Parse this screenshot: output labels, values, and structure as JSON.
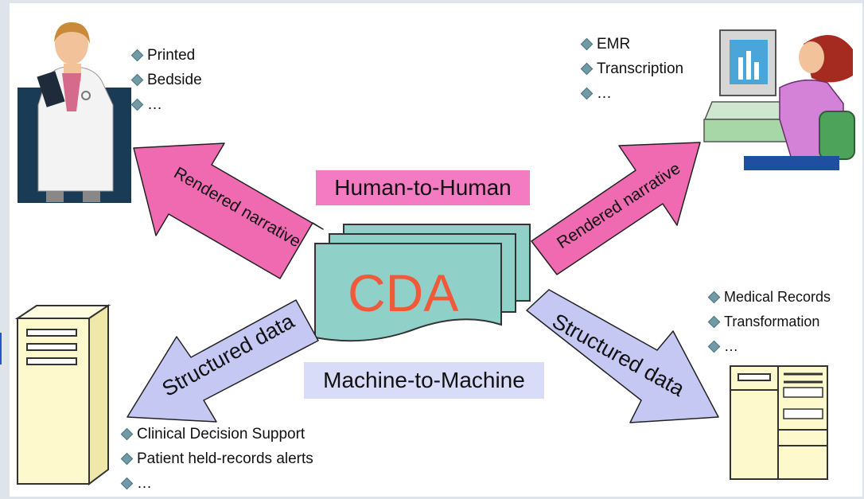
{
  "lists": {
    "top_left": [
      "Printed",
      "Bedside",
      "…"
    ],
    "top_right": [
      "EMR",
      "Transcription",
      "…"
    ],
    "bottom_left": [
      "Clinical Decision Support",
      "Patient held-records alerts",
      "…"
    ],
    "bottom_right": [
      "Medical Records",
      "Transformation",
      "…"
    ]
  },
  "labels": {
    "human": "Human-to-Human",
    "machine": "Machine-to-Machine",
    "cda": "CDA"
  },
  "arrows": {
    "rendered_left": "Rendered narrative",
    "rendered_right": "Rendered narrative",
    "structured_left": "Structured data",
    "structured_right": "Structured data"
  },
  "colors": {
    "pink_arrow": "#f06ab1",
    "lavender_arrow": "#c6c8f4",
    "human_box": "#f47bc1",
    "machine_box": "#d9dcf8",
    "document": "#8fd1c8",
    "cda_text": "#f05a3a",
    "server": "#fdf9cc"
  },
  "icons": [
    "doctor-icon",
    "computer-user-icon",
    "server-tower-icon",
    "mainframe-cabinet-icon"
  ]
}
